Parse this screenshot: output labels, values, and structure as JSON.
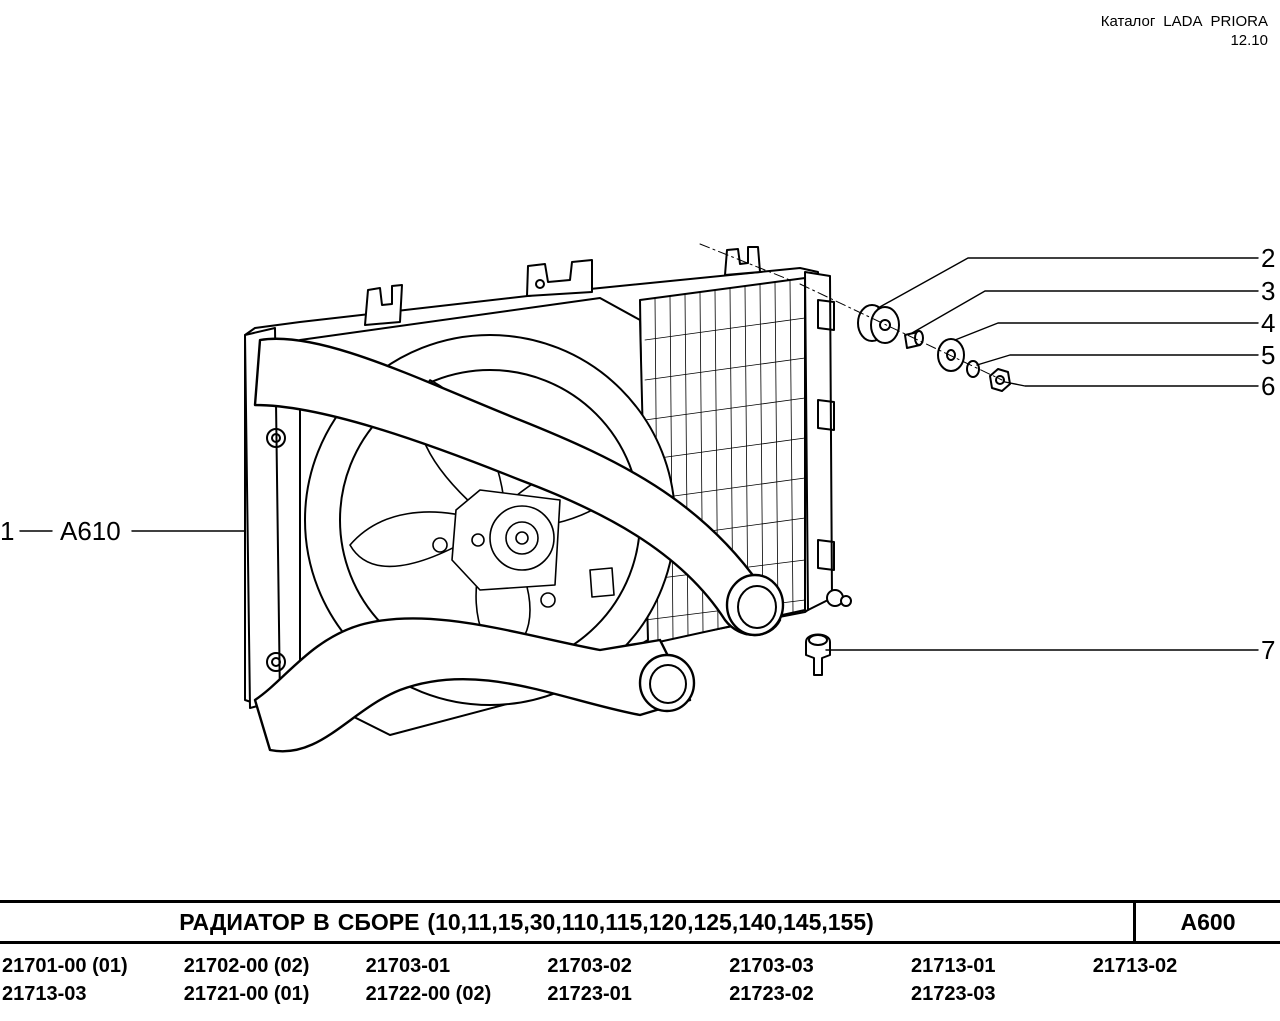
{
  "header": {
    "catalog_label": "Каталог",
    "brand": "LADA",
    "model": "PRIORA",
    "date": "12.10"
  },
  "callouts": [
    {
      "number": "2"
    },
    {
      "number": "3"
    },
    {
      "number": "4"
    },
    {
      "number": "5"
    },
    {
      "number": "6"
    },
    {
      "number": "7"
    }
  ],
  "assembly_callout": {
    "number": "1",
    "code": "A610"
  },
  "title": {
    "words": [
      "РАДИАТОР",
      "В",
      "СБОРЕ"
    ],
    "variants": "(10,11,15,30,110,115,120,125,140,145,155)",
    "code": "A600"
  },
  "models": {
    "row1": [
      "21701-00 (01)",
      "21702-00 (02)",
      "21703-01",
      "21703-02",
      "21703-03",
      "21713-01",
      "21713-02"
    ],
    "row2": [
      "21713-03",
      "21721-00 (01)",
      "21722-00 (02)",
      "21723-01",
      "21723-02",
      "21723-03",
      ""
    ]
  },
  "colors": {
    "ink": "#000000",
    "paper": "#ffffff"
  }
}
